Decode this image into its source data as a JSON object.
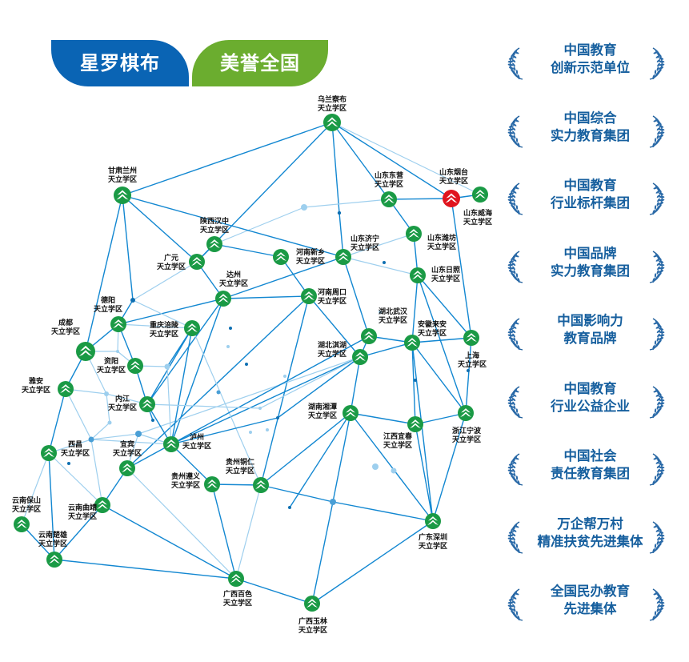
{
  "banner": {
    "left_text": "星罗棋布",
    "right_text": "美誉全国",
    "left_color": "#0a64b4",
    "right_color": "#6bad2f"
  },
  "colors": {
    "node": "#1a9a45",
    "node_highlight": "#e0141e",
    "line_dark": "#1287d1",
    "line_light": "#9ecfee",
    "award_text": "#165f9e"
  },
  "nodes": [
    {
      "id": "wulanchabu",
      "label1": "乌兰察布",
      "label2": "天立学区"
    },
    {
      "id": "gansu-lanzhou",
      "label1": "甘肃兰州",
      "label2": "天立学区"
    },
    {
      "id": "shandong-dongying",
      "label1": "山东东营",
      "label2": "天立学区"
    },
    {
      "id": "shandong-yantai",
      "label1": "山东烟台",
      "label2": "天立学区",
      "highlight": true
    },
    {
      "id": "shandong-weihai",
      "label1": "山东威海",
      "label2": "天立学区"
    },
    {
      "id": "shaanxi-hanzhong",
      "label1": "陕西汉中",
      "label2": "天立学区"
    },
    {
      "id": "shandong-jining",
      "label1": "山东济宁",
      "label2": "天立学区"
    },
    {
      "id": "shandong-weifang",
      "label1": "山东潍坊",
      "label2": "天立学区"
    },
    {
      "id": "guangyuan",
      "label1": "广元",
      "label2": "天立学区"
    },
    {
      "id": "henan-xinxiang",
      "label1": "河南新乡",
      "label2": "天立学区"
    },
    {
      "id": "shandong-rizhao",
      "label1": "山东日照",
      "label2": "天立学区"
    },
    {
      "id": "dazhou",
      "label1": "达州",
      "label2": "天立学区"
    },
    {
      "id": "henan-zhoukou",
      "label1": "河南周口",
      "label2": "天立学区"
    },
    {
      "id": "deyang",
      "label1": "德阳",
      "label2": "天立学区"
    },
    {
      "id": "chongqing-fuling",
      "label1": "重庆涪陵",
      "label2": "天立学区"
    },
    {
      "id": "hubei-wuhan",
      "label1": "湖北武汉",
      "label2": "天立学区"
    },
    {
      "id": "anhui-laian",
      "label1": "安徽来安",
      "label2": "天立学区"
    },
    {
      "id": "chengdu",
      "label1": "成都",
      "label2": "天立学区"
    },
    {
      "id": "shanghai",
      "label1": "上海",
      "label2": "天立学区"
    },
    {
      "id": "hubei-qihu",
      "label1": "湖北淇湖",
      "label2": "天立学区"
    },
    {
      "id": "ziyang",
      "label1": "资阳",
      "label2": "天立学区"
    },
    {
      "id": "yaan",
      "label1": "雅安",
      "label2": "天立学区"
    },
    {
      "id": "neijiang",
      "label1": "内江",
      "label2": "天立学区"
    },
    {
      "id": "hunan-xiangtan",
      "label1": "湖南湘潭",
      "label2": "天立学区"
    },
    {
      "id": "zhejiang-ningbo",
      "label1": "浙江宁波",
      "label2": "天立学区"
    },
    {
      "id": "jiangxi-yichun",
      "label1": "江西宜春",
      "label2": "天立学区"
    },
    {
      "id": "luzhou",
      "label1": "泸州",
      "label2": "天立学区"
    },
    {
      "id": "xichang",
      "label1": "西昌",
      "label2": "天立学区"
    },
    {
      "id": "yibin",
      "label1": "宜宾",
      "label2": "天立学区"
    },
    {
      "id": "guizhou-tongren",
      "label1": "贵州铜仁",
      "label2": "天立学区"
    },
    {
      "id": "guizhou-zunyi",
      "label1": "贵州遵义",
      "label2": "天立学区"
    },
    {
      "id": "yunnan-baoshan",
      "label1": "云南保山",
      "label2": "天立学区"
    },
    {
      "id": "yunnan-qujing",
      "label1": "云南曲靖",
      "label2": "天立学区"
    },
    {
      "id": "guangdong-shenzhen",
      "label1": "广东深圳",
      "label2": "天立学区"
    },
    {
      "id": "yunnan-chuxiong",
      "label1": "云南楚雄",
      "label2": "天立学区"
    },
    {
      "id": "guangxi-baise",
      "label1": "广西百色",
      "label2": "天立学区"
    },
    {
      "id": "guangxi-yulin",
      "label1": "广西玉林",
      "label2": "天立学区"
    }
  ],
  "awards": [
    {
      "line1": "中国教育",
      "line2": "创新示范单位"
    },
    {
      "line1": "中国综合",
      "line2": "实力教育集团"
    },
    {
      "line1": "中国教育",
      "line2": "行业标杆集团"
    },
    {
      "line1": "中国品牌",
      "line2": "实力教育集团"
    },
    {
      "line1": "中国影响力",
      "line2": "教育品牌"
    },
    {
      "line1": "中国教育",
      "line2": "行业公益企业"
    },
    {
      "line1": "中国社会",
      "line2": "责任教育集团"
    },
    {
      "line1": "万企帮万村",
      "line2": "精准扶贫先进集体"
    },
    {
      "line1": "全国民办教育",
      "line2": "先进集体"
    }
  ]
}
